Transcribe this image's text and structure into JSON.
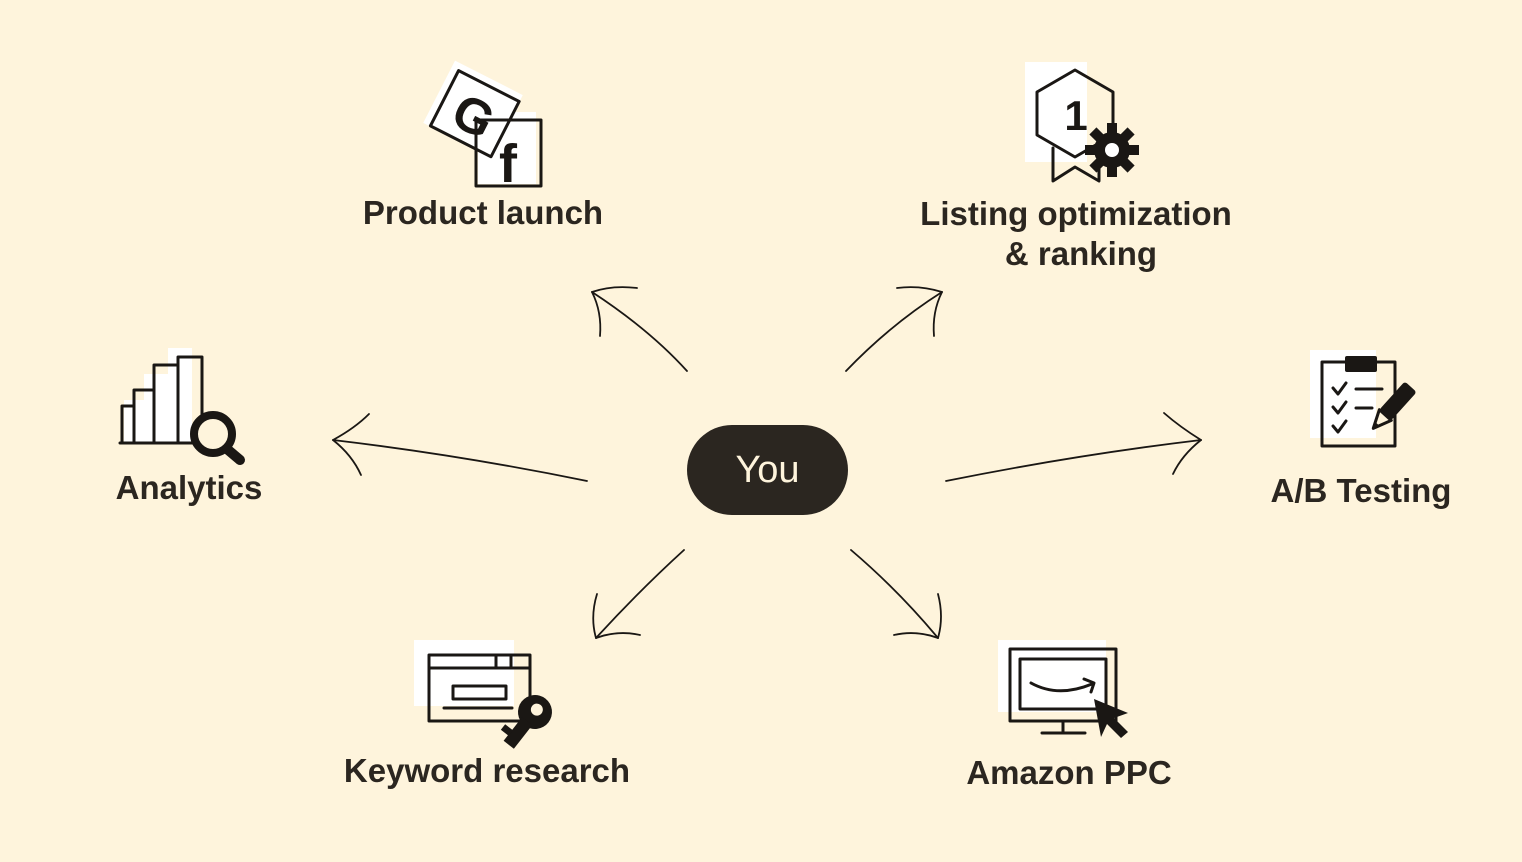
{
  "center": {
    "label": "You"
  },
  "nodes": [
    {
      "id": "product-launch",
      "icon": "google-facebook-cards-icon",
      "lines": [
        "Product launch"
      ]
    },
    {
      "id": "listing-optimization",
      "icon": "ranking-badge-gear-icon",
      "lines": [
        "Listing optimization",
        "& ranking"
      ]
    },
    {
      "id": "analytics",
      "icon": "bar-chart-magnifier-icon",
      "lines": [
        "Analytics"
      ]
    },
    {
      "id": "ab-testing",
      "icon": "clipboard-checklist-pencil-icon",
      "lines": [
        "A/B Testing"
      ]
    },
    {
      "id": "keyword-research",
      "icon": "browser-window-key-icon",
      "lines": [
        "Keyword research"
      ]
    },
    {
      "id": "amazon-ppc",
      "icon": "monitor-cursor-icon",
      "lines": [
        "Amazon PPC"
      ]
    }
  ],
  "colors": {
    "background": "#fef4dc",
    "ink": "#1a1714",
    "text": "#2b2620",
    "pill": "#2b2620"
  }
}
